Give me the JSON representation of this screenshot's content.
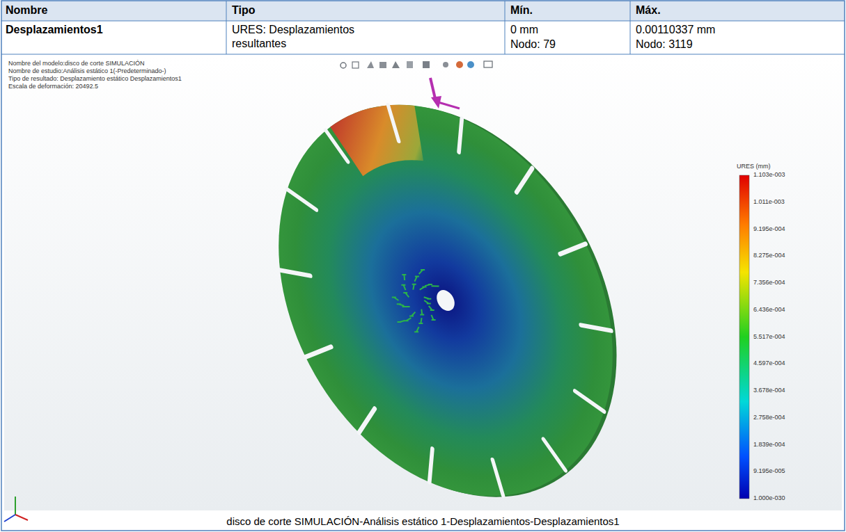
{
  "diagram": {
    "caption": "disco de corte SIMULACIÓN-Análisis estático 1-Desplazamientos-Desplazamientos1",
    "labels": [
      "Nombre",
      "Tipo",
      "Mín.",
      "Máx.",
      "Desplazamientos1",
      "URES: Desplazamientos resultantes",
      "0 mm",
      "Nodo: 79",
      "0.00110337 mm",
      "Nodo: 3119",
      "Nombre del modelo:disco de corte SIMULACIÓN",
      "Nombre de estudio:Análisis estático 1(-Predeterminado-)",
      "Tipo de resultado: Desplazamiento estático Desplazamientos1",
      "Escala de deformación: 20492.5",
      "URES (mm)",
      "1.103e-003",
      "1.011e-003",
      "9.195e-004",
      "8.275e-004",
      "7.356e-004",
      "6.436e-004",
      "5.517e-004",
      "4.597e-004",
      "3.678e-004",
      "2.758e-004",
      "1.839e-004",
      "9.195e-005",
      "1.000e-030"
    ]
  }
}
